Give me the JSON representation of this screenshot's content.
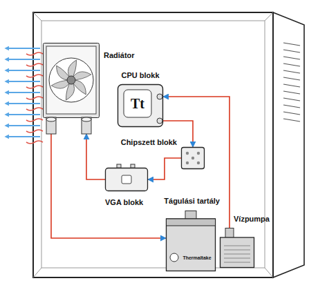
{
  "diagram": {
    "nodes": [
      {
        "text": [
          "Radiátor"
        ]
      },
      {
        "text": [
          "CPU blokk",
          "Tt"
        ]
      },
      {
        "text": [
          "Chipszett blokk"
        ]
      },
      {
        "text": [
          "VGA blokk"
        ]
      },
      {
        "text": [
          "Tágulási tartály",
          "Thermaltake"
        ]
      },
      {
        "text": [
          "Vízpumpa"
        ]
      }
    ],
    "edges": [
      {
        "from": 5,
        "to": 1,
        "arrow": "to"
      },
      {
        "from": 1,
        "to": 2,
        "arrow": "to"
      },
      {
        "from": 2,
        "to": 3,
        "arrow": "to"
      },
      {
        "from": 3,
        "to": 0,
        "arrow": "to"
      },
      {
        "from": 0,
        "to": 4,
        "arrow": "to"
      }
    ]
  }
}
